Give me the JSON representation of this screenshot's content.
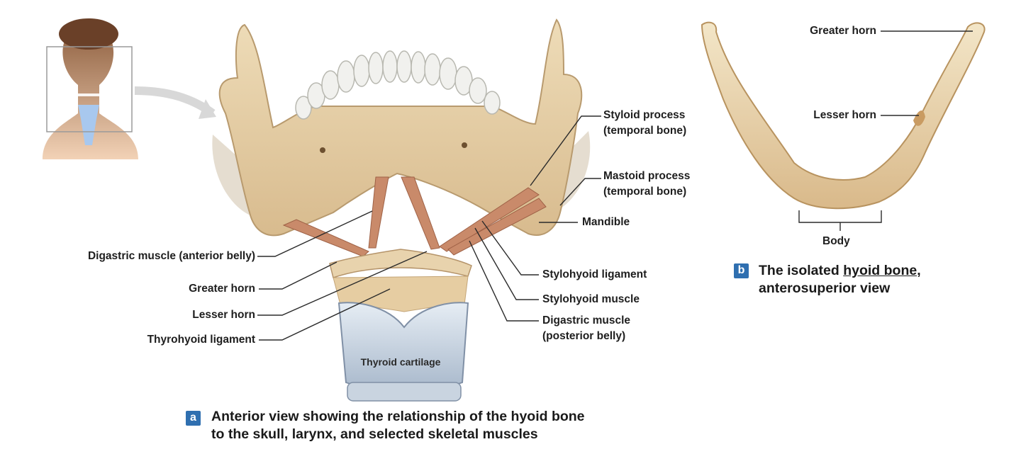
{
  "panel_a": {
    "badge": "a",
    "caption_line1": "Anterior view showing the relationship of the hyoid bone",
    "caption_line2": "to the skull, larynx, and selected skeletal muscles",
    "labels": {
      "styloid_line1": "Styloid process",
      "styloid_line2": "(temporal bone)",
      "mastoid_line1": "Mastoid process",
      "mastoid_line2": "(temporal bone)",
      "mandible": "Mandible",
      "stylohyoid_ligament": "Stylohyoid ligament",
      "stylohyoid_muscle": "Stylohyoid muscle",
      "digastric_post_line1": "Digastric muscle",
      "digastric_post_line2": "(posterior belly)",
      "digastric_anterior": "Digastric muscle (anterior belly)",
      "greater_horn": "Greater horn",
      "lesser_horn": "Lesser horn",
      "thyrohyoid_ligament": "Thyrohyoid ligament",
      "thyroid_cartilage": "Thyroid cartilage"
    }
  },
  "panel_b": {
    "badge": "b",
    "caption_pre": "The isolated ",
    "caption_link": "hyoid bone",
    "caption_post": ",",
    "caption_line2": "anterosuperior view",
    "labels": {
      "greater_horn": "Greater horn",
      "lesser_horn": "Lesser horn",
      "body": "Body"
    }
  },
  "colors": {
    "bone": "#e6cfa8",
    "bone_shadow": "#c9a97a",
    "muscle": "#c98a6a",
    "cartilage": "#b9c6d6",
    "badge": "#2f6fb0"
  }
}
